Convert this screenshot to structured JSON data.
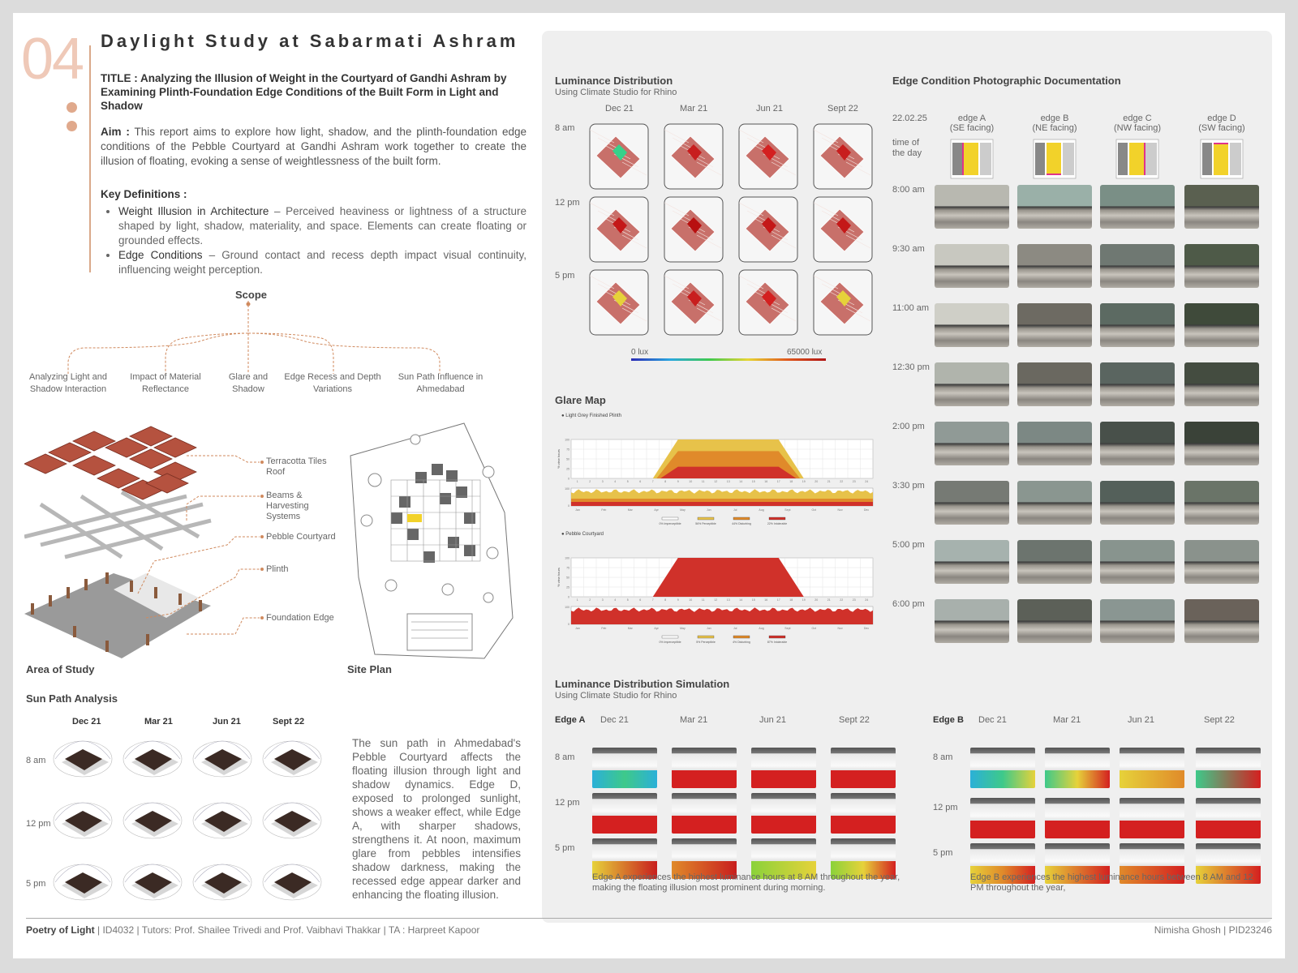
{
  "header": {
    "number": "04",
    "title": "Daylight Study at Sabarmati Ashram",
    "subtitle": "TITLE : Analyzing the Illusion of Weight in the Courtyard of Gandhi Ashram by Examining Plinth-Foundation Edge Conditions of the Built Form in Light and Shadow",
    "aim_label": "Aim :",
    "aim_text": "This report aims to explore how light, shadow, and the plinth-foundation edge conditions of the Pebble Courtyard at Gandhi Ashram work together to create the illusion of floating, evoking a sense of weightlessness of the built form.",
    "key_definitions_label": "Key Definitions :",
    "definitions": [
      {
        "term": "Weight Illusion in Architecture",
        "text": " – Perceived heaviness or lightness of a structure shaped by light, shadow, materiality, and space. Elements can create floating or grounded effects."
      },
      {
        "term": "Edge Conditions",
        "text": " – Ground contact and recess depth impact visual continuity, influencing weight perception."
      }
    ]
  },
  "scope": {
    "title": "Scope",
    "items": [
      {
        "line1": "Analyzing Light and",
        "line2": "Shadow Interaction"
      },
      {
        "line1": "Impact of Material",
        "line2": "Reflectance"
      },
      {
        "line1": "Glare and",
        "line2": "Shadow"
      },
      {
        "line1": "Edge Recess and Depth",
        "line2": "Variations"
      },
      {
        "line1": "Sun Path Influence in",
        "line2": "Ahmedabad"
      }
    ]
  },
  "exploded": {
    "labels": [
      "Terracotta Tiles Roof",
      "Beams & Harvesting Systems",
      "Pebble Courtyard",
      "Plinth",
      "Foundation Edge"
    ],
    "area_caption": "Area of Study",
    "site_caption": "Site Plan"
  },
  "sunpath": {
    "title": "Sun Path Analysis",
    "dates": [
      "Dec 21",
      "Mar 21",
      "Jun 21",
      "Sept 22"
    ],
    "times": [
      "8 am",
      "12 pm",
      "5 pm"
    ],
    "text": "The sun path in Ahmedabad's Pebble Courtyard affects the floating illusion through light and shadow dynamics. Edge D, exposed to prolonged sunlight, shows a weaker effect, while Edge A, with sharper shadows, strengthens it. At noon, maximum glare from pebbles intensifies shadow darkness, making the recessed edge appear darker and enhancing the floating illusion."
  },
  "luminance": {
    "title": "Luminance Distribution",
    "subtitle": "Using Climate Studio for Rhino",
    "dates": [
      "Dec 21",
      "Mar 21",
      "Jun 21",
      "Sept 22"
    ],
    "times": [
      "8 am",
      "12 pm",
      "5 pm"
    ],
    "scale_min": "0 lux",
    "scale_max": "65000 lux"
  },
  "glare": {
    "title": "Glare Map",
    "chart1_label": "Light Grey Finished Plinth",
    "chart2_label": "Pebble Courtyard",
    "ylabel": "% view hours",
    "hours": [
      "1",
      "2",
      "3",
      "4",
      "5",
      "6",
      "7",
      "8",
      "9",
      "10",
      "11",
      "12",
      "13",
      "14",
      "15",
      "16",
      "17",
      "18",
      "19",
      "20",
      "21",
      "22",
      "23",
      "24"
    ],
    "months": [
      "Jan",
      "Feb",
      "Mar",
      "Apr",
      "May",
      "Jun",
      "Jul",
      "Aug",
      "Sept",
      "Oct",
      "Nov",
      "Dec"
    ],
    "legend1": [
      "0% Imperceptible",
      "56% Perceptible",
      "44% Disturbing",
      "22% Intolerable"
    ],
    "legend2": [
      "0% Imperceptible",
      "5% Perceptible",
      "4% Disturbing",
      "87% Intolerable"
    ],
    "colors": {
      "imperceptible": "#ffffff",
      "perceptible": "#e7c24a",
      "disturbing": "#e08a2a",
      "intolerable": "#d0312a"
    }
  },
  "edge_doc": {
    "title": "Edge Condition Photographic Documentation",
    "date": "22.02.25",
    "time_label": "time of the day",
    "edges": [
      {
        "name": "edge A",
        "facing": "(SE facing)"
      },
      {
        "name": "edge B",
        "facing": "(NE facing)"
      },
      {
        "name": "edge C",
        "facing": "(NW facing)"
      },
      {
        "name": "edge D",
        "facing": "(SW facing)"
      }
    ],
    "times": [
      "8:00 am",
      "9:30 am",
      "11:00 am",
      "12:30 pm",
      "2:00 pm",
      "3:30 pm",
      "5:00 pm",
      "6:00 pm"
    ]
  },
  "sim": {
    "title": "Luminance Distribution Simulation",
    "subtitle": "Using Climate Studio for Rhino",
    "edgeA_label": "Edge A",
    "edgeB_label": "Edge B",
    "dates": [
      "Dec 21",
      "Mar 21",
      "Jun 21",
      "Sept 22"
    ],
    "times": [
      "8 am",
      "12 pm",
      "5 pm"
    ],
    "edgeA_text": "Edge A experiences the highest luminance hours at 8 AM throughout the year, making the floating illusion most prominent during morning.",
    "edgeB_text": "Edge B experiences the highest luminance hours between 8 AM and 12 PM throughout the year,"
  },
  "footer": {
    "course": "Poetry of Light",
    "details": " | ID4032 | Tutors: Prof. Shailee Trivedi and Prof. Vaibhavi Thakkar |  TA : Harpreet Kapoor",
    "author": "Nimisha Ghosh | PID23246"
  }
}
